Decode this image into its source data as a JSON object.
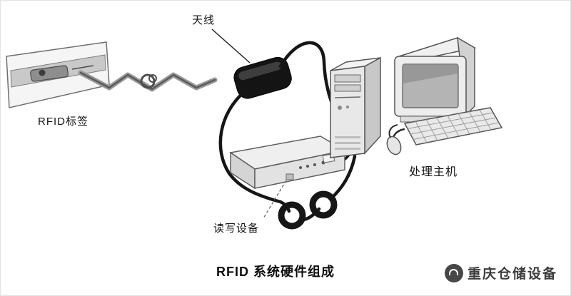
{
  "diagram": {
    "title": "RFID 系统硬件组成",
    "labels": {
      "antenna": "天线",
      "tag": "RFID标签",
      "reader": "读写设备",
      "host": "处理主机"
    }
  },
  "watermark": {
    "text": "重庆仓储设备"
  },
  "icons": {
    "watermark_logo": "company-logo-circle"
  },
  "colors": {
    "background": "#ffffff",
    "ink": "#1c1c1c",
    "cable_black": "#161616",
    "antenna_black": "#141414",
    "fill_light": "#ececec",
    "fill_mid": "#d6d6d6",
    "screen_gray": "#b8b8b8",
    "watermark_gray": "#3d3d3d"
  }
}
